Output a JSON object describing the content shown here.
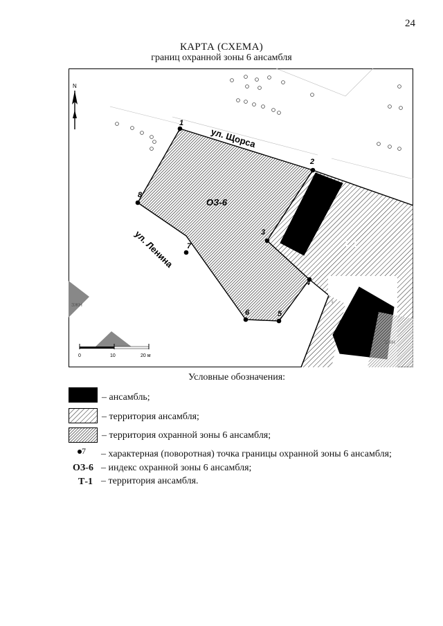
{
  "page_number": "24",
  "title": "КАРТА (СХЕМА)",
  "subtitle": "границ охранной зоны 6 ансамбля",
  "map": {
    "north": "N",
    "streets": {
      "shorsa": "ул. Щорса",
      "lenina": "ул. Ленина"
    },
    "zone_index": "ОЗ-6",
    "territory_index": "Т-1",
    "zn_label": "ЗЖН",
    "points": [
      "1",
      "2",
      "3",
      "4",
      "5",
      "6",
      "7",
      "8"
    ],
    "scale": {
      "t0": "0",
      "t10": "10",
      "t20": "20 м"
    }
  },
  "legend": {
    "title": "Условные обозначения:",
    "items": {
      "ensemble": "– ансамбль;",
      "territory": "– территория ансамбля;",
      "zone": "– территория охранной зоны 6 ансамбля;",
      "point_sym": "7",
      "point": "– характерная (поворотная) точка границы охранной зоны 6 ансамбля;",
      "index_sym": "ОЗ-6",
      "index": "– индекс охранной зоны 6 ансамбля;",
      "t_sym": "Т-1",
      "t": "– территория ансамбля."
    }
  }
}
